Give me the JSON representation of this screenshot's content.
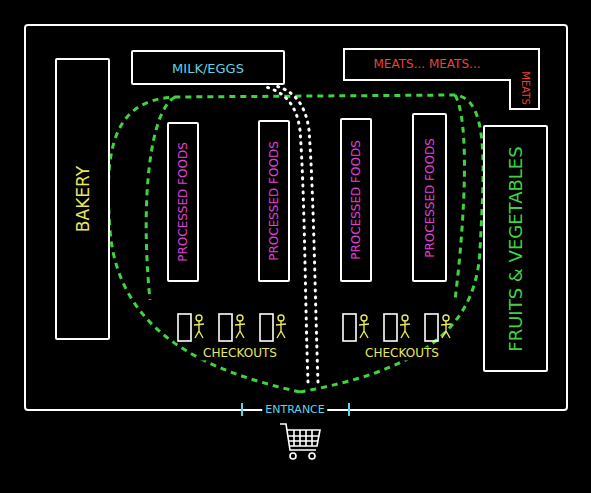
{
  "diagram": {
    "nodes": [
      {
        "text": [
          "MILK/EGGS"
        ]
      },
      {
        "text": [
          "MEATS... MEATS...",
          "MEATS"
        ]
      },
      {
        "text": [
          "BAKERY"
        ]
      },
      {
        "text": [
          "PROCESSED FOODS"
        ]
      },
      {
        "text": [
          "PROCESSED FOODS"
        ]
      },
      {
        "text": [
          "PROCESSED FOODS"
        ]
      },
      {
        "text": [
          "PROCESSED FOODS"
        ]
      },
      {
        "text": [
          "FRUITS & VEGETABLES"
        ]
      }
    ],
    "labels": [
      "CHECKOUTS",
      "CHECKOUTS",
      "ENTRANCE"
    ]
  }
}
